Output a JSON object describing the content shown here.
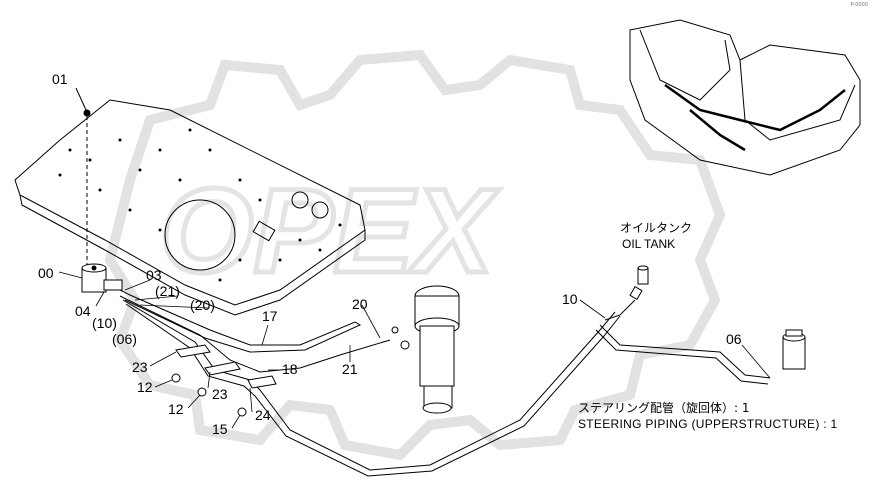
{
  "watermark": "OPEX",
  "corner_code": "P-0000",
  "part_labels": [
    {
      "id": "p01",
      "text": "01"
    },
    {
      "id": "p00",
      "text": "00"
    },
    {
      "id": "p03",
      "text": "03"
    },
    {
      "id": "p21",
      "text": "(21)"
    },
    {
      "id": "p20p",
      "text": "(20)"
    },
    {
      "id": "p04",
      "text": "04"
    },
    {
      "id": "p10p",
      "text": "(10)"
    },
    {
      "id": "p06p",
      "text": "(06)"
    },
    {
      "id": "p17",
      "text": "17"
    },
    {
      "id": "p20",
      "text": "20"
    },
    {
      "id": "p10",
      "text": "10"
    },
    {
      "id": "p06",
      "text": "06"
    },
    {
      "id": "p21b",
      "text": "21"
    },
    {
      "id": "p18",
      "text": "18"
    },
    {
      "id": "p23a",
      "text": "23"
    },
    {
      "id": "p12a",
      "text": "12"
    },
    {
      "id": "p23b",
      "text": "23"
    },
    {
      "id": "p12b",
      "text": "12"
    },
    {
      "id": "p24",
      "text": "24"
    },
    {
      "id": "p15",
      "text": "15"
    }
  ],
  "oil_tank": {
    "jp": "オイルタンク",
    "en": "OIL TANK"
  },
  "caption": {
    "jp": "ステアリング配管（旋回体）: 1",
    "en": "STEERING PIPING (UPPERSTRUCTURE) : 1"
  }
}
